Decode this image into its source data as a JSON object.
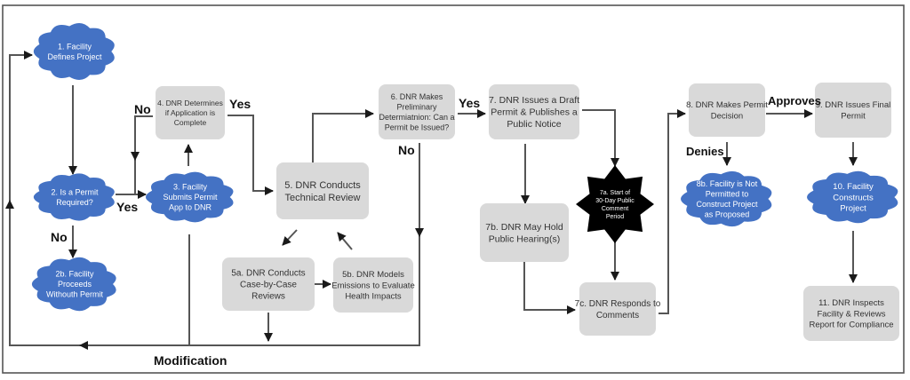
{
  "diagram": {
    "colors": {
      "cloud": "#4472c4",
      "box": "#d9d9d9",
      "star": "#000000",
      "connector": "#555555"
    },
    "nodes": {
      "n1": {
        "shape": "cloud",
        "lines": [
          "1. Facility",
          "Defines Project"
        ]
      },
      "n2": {
        "shape": "cloud",
        "lines": [
          "2. Is a Permit",
          "Required?"
        ]
      },
      "n2b": {
        "shape": "cloud",
        "lines": [
          "2b. Facility",
          "Proceeds",
          "Withouth Permit"
        ]
      },
      "n3": {
        "shape": "cloud",
        "lines": [
          "3. Facility",
          "Submits Permit",
          "App to DNR"
        ]
      },
      "n4": {
        "shape": "box",
        "lines": [
          "4. DNR Determines",
          "if Application is",
          "Complete"
        ]
      },
      "n5": {
        "shape": "box",
        "lines": [
          "5. DNR Conducts",
          "Technical Review"
        ]
      },
      "n5a": {
        "shape": "box",
        "lines": [
          "5a. DNR Conducts",
          "Case-by-Case",
          "Reviews"
        ]
      },
      "n5b": {
        "shape": "box",
        "lines": [
          "5b. DNR Models",
          "Emissions to Evaluate",
          "Health Impacts"
        ]
      },
      "n6": {
        "shape": "box",
        "lines": [
          "6. DNR Makes",
          "Preliminary",
          "Determiatnion: Can a",
          "Permit be Issued?"
        ]
      },
      "n7": {
        "shape": "box",
        "lines": [
          "7. DNR Issues a Draft",
          "Permit & Publishes a",
          "Public Notice"
        ]
      },
      "n7a": {
        "shape": "star",
        "lines": [
          "7a. Start of",
          "30-Day Public",
          "Comment",
          "Period"
        ]
      },
      "n7b": {
        "shape": "box",
        "lines": [
          "7b. DNR May Hold",
          "Public Hearing(s)"
        ]
      },
      "n7c": {
        "shape": "box",
        "lines": [
          "7c. DNR Responds to",
          "Comments"
        ]
      },
      "n8": {
        "shape": "box",
        "lines": [
          "8. DNR Makes Permit",
          "Decision"
        ]
      },
      "n8b": {
        "shape": "cloud",
        "lines": [
          "8b. Facility is Not",
          "Permitted to",
          "Construct Project",
          "as Proposed"
        ]
      },
      "n9": {
        "shape": "box",
        "lines": [
          "9. DNR Issues Final",
          "Permit"
        ]
      },
      "n10": {
        "shape": "cloud",
        "lines": [
          "10. Facility",
          "Constructs",
          "Project"
        ]
      },
      "n11": {
        "shape": "box",
        "lines": [
          "11. DNR Inspects",
          "Facility & Reviews",
          "Report for Compliance"
        ]
      }
    },
    "edge_labels": {
      "no_2_to_2b": "No",
      "yes_2_to_3": "Yes",
      "no_4_to_3": "No",
      "yes_4_to_5": "Yes",
      "no_6": "No",
      "yes_6_to_7": "Yes",
      "approves_8_to_9": "Approves",
      "denies_8_to_8b": "Denies",
      "modification_loop": "Modification"
    }
  }
}
